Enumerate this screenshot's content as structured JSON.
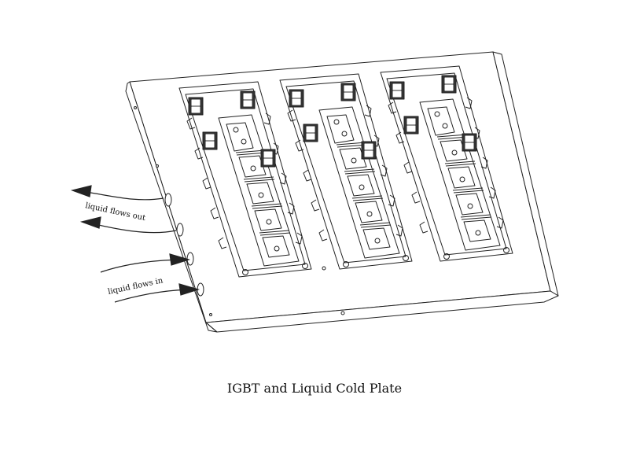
{
  "figure": {
    "caption": "IGBT and Liquid Cold Plate",
    "labels": {
      "outflow": "liquid flows out",
      "inflow": "liquid flows in"
    },
    "colors": {
      "line": "#222222",
      "fill": "#ffffff",
      "module_dark": "#333333"
    }
  }
}
